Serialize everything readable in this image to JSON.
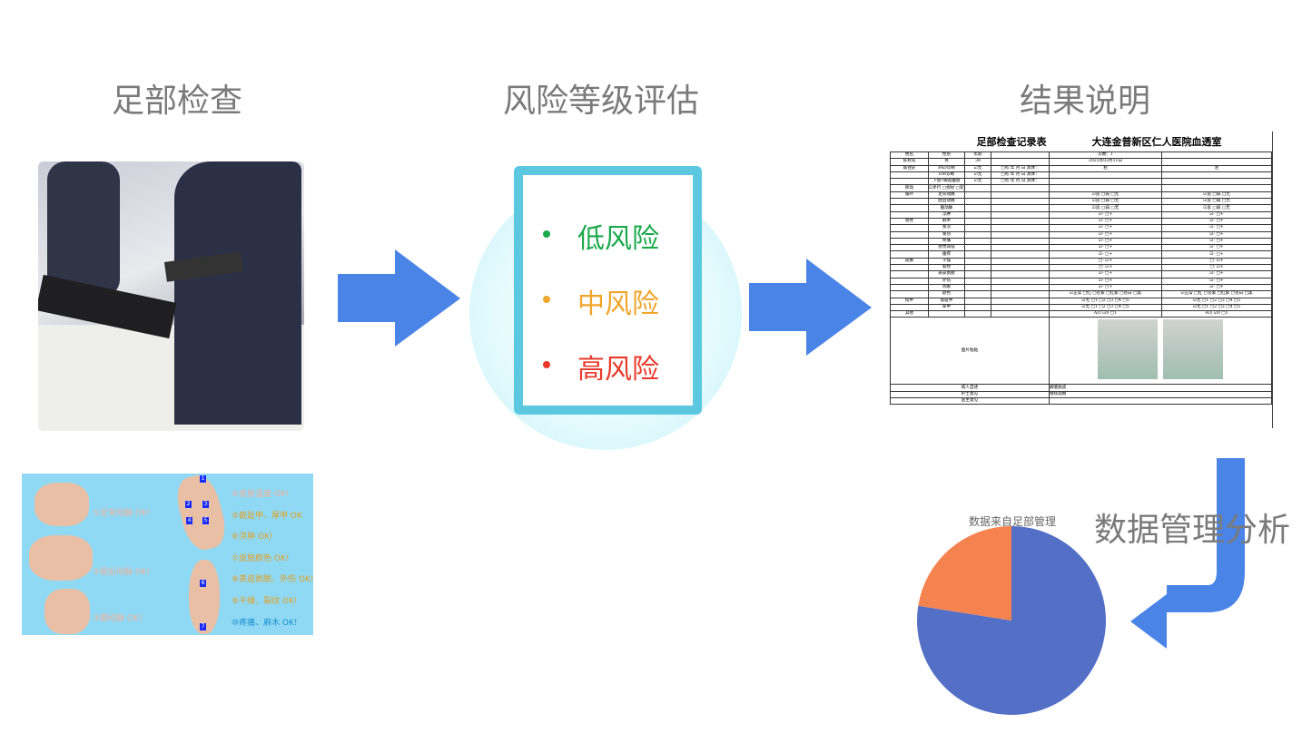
{
  "steps": {
    "exam_title": "足部检查",
    "risk_title": "风险等级评估",
    "result_title": "结果说明",
    "data_title": "数据管理分析"
  },
  "colors": {
    "arrow": "#4a84e6",
    "card_border": "#5bc8e0",
    "low": "#19a94b",
    "mid": "#f0a52b",
    "high": "#e8392a",
    "pie_blue": "#5470c6",
    "pie_orange": "#f5834f"
  },
  "risk_levels": [
    {
      "label": "低风险",
      "color": "#19a94b"
    },
    {
      "label": "中风险",
      "color": "#f0a52b"
    },
    {
      "label": "高风险",
      "color": "#e8392a"
    }
  ],
  "foot_checks": [
    "①足背动脉 OK!",
    "②胫后动脉 OK!",
    "③腘动脉 OK!",
    "④皮肤温度 OK!",
    "⑤嵌趾甲、厚甲 OK",
    "⑥浮肿 OK!",
    "⑦皮肤颜色 OK!",
    "⑧表皮剥脱、外伤 OK!",
    "⑨干燥、裂纹 OK!",
    "⑩疼痛、麻木 OK!"
  ],
  "document": {
    "title": "足部检查记录表",
    "hospital": "大连金普新区仁人医院血透室",
    "rows": [
      [
        "姓名",
        "性别",
        "年龄",
        "",
        "次数：1",
        ""
      ],
      [
        "陈秋光",
        "男",
        "38",
        "",
        "2025年03月11日",
        ""
      ],
      [
        "既往史",
        "PAD诊断",
        "☑无",
        "□有 年 月 日 具体：",
        "右",
        "左"
      ],
      [
        "",
        "DM诊断",
        "☑无",
        "□有 年 月 日 具体：",
        "",
        ""
      ],
      [
        "",
        "下肢•脚趾截肢",
        "☑无",
        "□有 年 月 日 具体：",
        "",
        ""
      ],
      [
        "移动",
        "☑步行 □拐杖 □轮椅 □卧床",
        "",
        "",
        "",
        ""
      ],
      [
        "循环",
        "足背动脉",
        "",
        "",
        "☑良 □弱 □无",
        "☑良 □弱 □无"
      ],
      [
        "",
        "胫后动脉",
        "",
        "",
        "☑良 □弱 □无",
        "☑良 □弱 □无"
      ],
      [
        "",
        "腘动脉",
        "",
        "",
        "☑良 □弱 □无",
        "☑良 □弱 □无"
      ],
      [
        "",
        "浮肿",
        "",
        "",
        "☑- □+",
        "☑- □+"
      ],
      [
        "感觉",
        "麻木",
        "",
        "",
        "☑- □+",
        "☑- □+"
      ],
      [
        "",
        "发凉",
        "",
        "",
        "☑- □+",
        "☑- □+"
      ],
      [
        "",
        "发热",
        "",
        "",
        "☑- □+",
        "☑- □+"
      ],
      [
        "",
        "疼痛",
        "",
        "",
        "☑- □+",
        "☑- □+"
      ],
      [
        "",
        "感觉减低",
        "",
        "",
        "☑- □+",
        "☑- □+"
      ],
      [
        "",
        "瘙痒",
        "",
        "",
        "☑- □+",
        "☑- □+"
      ],
      [
        "皮肤",
        "干燥",
        "",
        "",
        "□- ☑+",
        "□- ☑+"
      ],
      [
        "",
        "裂纹",
        "",
        "",
        "□- ☑+",
        "□- ☑+"
      ],
      [
        "",
        "表皮剥脱",
        "",
        "",
        "☑- □+",
        "☑- □+"
      ],
      [
        "",
        "外伤",
        "",
        "",
        "☑- □+",
        "☑- □+"
      ],
      [
        "",
        "鸡眼",
        "",
        "",
        "☑- □+",
        "☑- □+"
      ],
      [
        "",
        "颜色",
        "",
        "",
        "☑正常 □红 □苍紫 □红紫 □苍白 □黑",
        "☑正常 □红 □苍紫 □红紫 □苍白 □黑"
      ],
      [
        "指甲",
        "嵌趾甲",
        "",
        "",
        "☑无 □1 □2 □3 □4 □5",
        "☑无 □1 □2 □3 □4 □5"
      ],
      [
        "",
        "厚甲",
        "",
        "",
        "☑无 □1 □2 □3 □4 □5",
        "☑无 □1 □2 □3 □4 □5"
      ],
      [
        "其他",
        "",
        "",
        "",
        "A川 ☑0 □1",
        "A川 ☑0 □1"
      ]
    ],
    "photo_label": "图片粘贴",
    "footer": [
      [
        "病人自述",
        "脚底脱皮"
      ],
      [
        "护士意见",
        "继续观察"
      ],
      [
        "医生意见",
        ""
      ]
    ]
  },
  "chart_data": {
    "type": "pie",
    "title": "数据来自足部管理",
    "slices": [
      {
        "fraction": 0.775,
        "color": "#5470c6"
      },
      {
        "fraction": 0.225,
        "color": "#f5834f"
      }
    ]
  }
}
